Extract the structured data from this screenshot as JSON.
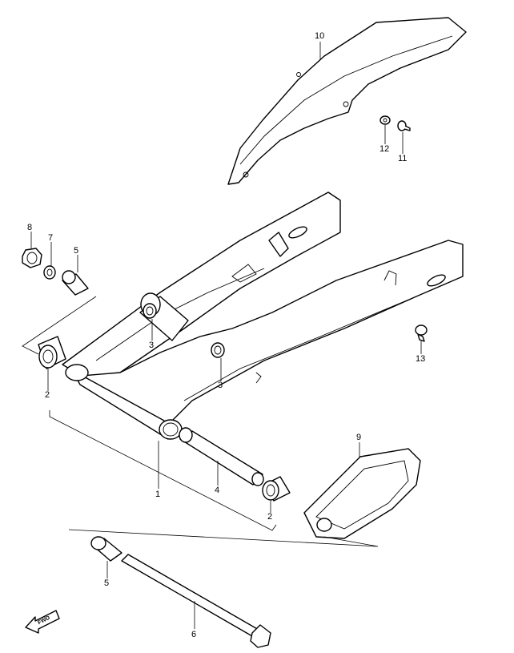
{
  "title": "Rear swinging arm parts diagram",
  "callouts": [
    {
      "id": "label-10",
      "text": "10"
    },
    {
      "id": "label-12",
      "text": "12"
    },
    {
      "id": "label-11",
      "text": "11"
    },
    {
      "id": "label-8",
      "text": "8"
    },
    {
      "id": "label-7",
      "text": "7"
    },
    {
      "id": "label-5a",
      "text": "5"
    },
    {
      "id": "label-3a",
      "text": "3"
    },
    {
      "id": "label-3b",
      "text": "3"
    },
    {
      "id": "label-13",
      "text": "13"
    },
    {
      "id": "label-2a",
      "text": "2"
    },
    {
      "id": "label-1",
      "text": "1"
    },
    {
      "id": "label-4",
      "text": "4"
    },
    {
      "id": "label-9",
      "text": "9"
    },
    {
      "id": "label-2b",
      "text": "2"
    },
    {
      "id": "label-5b",
      "text": "5"
    },
    {
      "id": "label-6",
      "text": "6"
    }
  ],
  "direction_marker": "FWD"
}
